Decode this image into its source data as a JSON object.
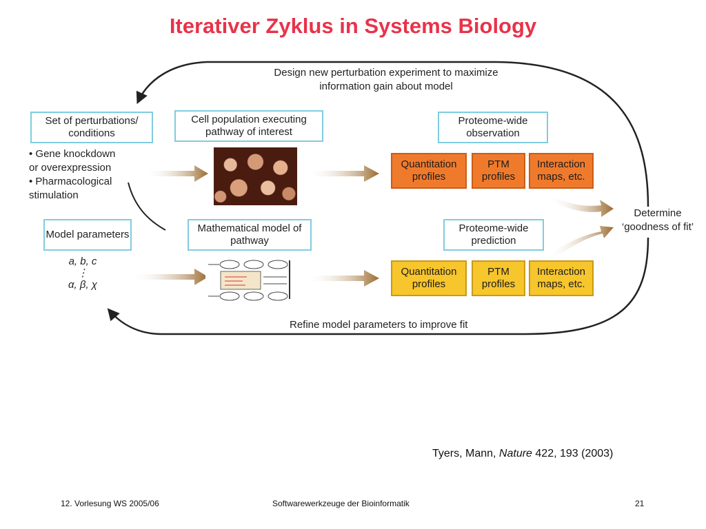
{
  "title": "Iterativer Zyklus in Systems Biology",
  "top_caption": [
    "Design new perturbation experiment to maximize",
    "information gain about model"
  ],
  "bottom_caption": "Refine model parameters to improve fit",
  "boxes": {
    "perturbations": "Set of perturbations/ conditions",
    "cell_population": "Cell population executing pathway of interest",
    "proteome_observation": "Proteome-wide observation",
    "model_parameters": "Model parameters",
    "math_model": "Mathematical model of pathway",
    "proteome_prediction": "Proteome-wide prediction"
  },
  "perturbation_list": [
    "• Gene knockdown",
    "or overexpression",
    "• Pharmacological",
    "stimulation"
  ],
  "parameter_symbols": {
    "line1": "a, b, c",
    "dots": "⋮",
    "line2": "α,  β,  χ"
  },
  "observation_profiles": [
    "Quantitation profiles",
    "PTM profiles",
    "Interaction maps, etc."
  ],
  "prediction_profiles": [
    "Quantitation profiles",
    "PTM profiles",
    "Interaction maps, etc."
  ],
  "determine": [
    "Determine",
    "‘goodness of fit’"
  ],
  "citation": {
    "authors": "Tyers, Mann, ",
    "journal": "Nature",
    "rest": " 422, 193 (2003)"
  },
  "footer": {
    "left": "12. Vorlesung WS 2005/06",
    "center": "Softwarewerkzeuge der Bioinformatik",
    "page": "21"
  },
  "colors": {
    "title": "#e8334a",
    "cyan_border": "#7fcce0",
    "orange": "#f07a2c",
    "yellow": "#f7c52c",
    "arrow": "#a87a3a"
  }
}
